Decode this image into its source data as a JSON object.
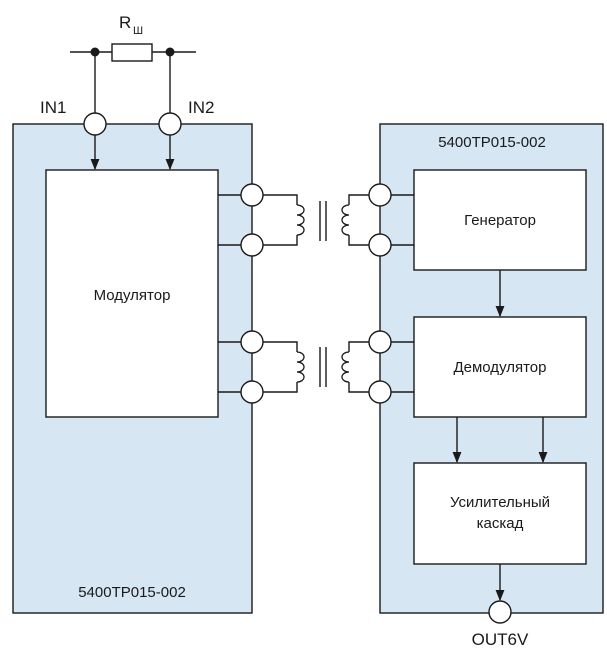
{
  "resistor": {
    "label": "R",
    "subscript": "Ш"
  },
  "inputs": {
    "in1": "IN1",
    "in2": "IN2"
  },
  "left_chip": {
    "name": "5400TP015-002",
    "block": "Модулятор"
  },
  "right_chip": {
    "name": "5400TP015-002",
    "blocks": {
      "generator": "Генератор",
      "demodulator": "Демодулятор",
      "amplifier_line1": "Усилительный",
      "amplifier_line2": "каскад"
    }
  },
  "output": {
    "label": "OUT6V"
  },
  "colors": {
    "chip_fill": "#d6e6f2",
    "stroke": "#1a1a1a",
    "block_fill": "#ffffff"
  }
}
